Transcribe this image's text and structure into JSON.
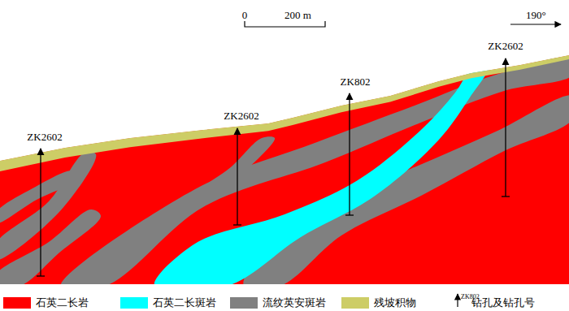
{
  "diagram": {
    "labels": [
      "0",
      "200 m",
      "190°",
      "ZK2602",
      "ZK2602",
      "ZK802",
      "ZK2602",
      "ZK802"
    ],
    "legend": [
      {
        "text": "石英二长岩",
        "color": "#ff0000"
      },
      {
        "text": "石英二长斑岩",
        "color": "#00ffff"
      },
      {
        "text": "流纹英安斑岩",
        "color": "#808080"
      },
      {
        "text": "残坡积物",
        "color": "#cdcd66"
      },
      {
        "text": "钻孔及钻孔号"
      }
    ]
  }
}
